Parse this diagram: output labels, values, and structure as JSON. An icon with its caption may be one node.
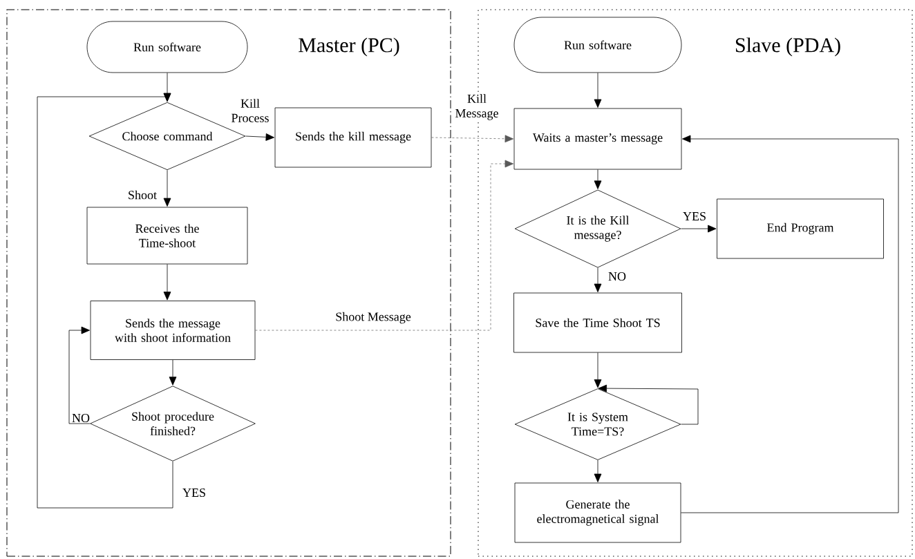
{
  "diagram": {
    "nodes": [
      {
        "text": [
          "Master (PC)"
        ]
      },
      {
        "text": [
          "Run software"
        ],
        "in": 0
      },
      {
        "text": [
          "Choose command"
        ],
        "in": 0
      },
      {
        "text": [
          "Sends the kill message"
        ],
        "in": 0
      },
      {
        "text": [
          "Receives the Time-shoot"
        ],
        "in": 0
      },
      {
        "text": [
          "Sends the message with shoot information"
        ],
        "in": 0
      },
      {
        "text": [
          "Shoot procedure finished?"
        ],
        "in": 0
      },
      {
        "text": [
          "Slave (PDA)"
        ]
      },
      {
        "text": [
          "Run software"
        ],
        "in": 7
      },
      {
        "text": [
          "Waits a master’s message"
        ],
        "in": 7
      },
      {
        "text": [
          "It is the Kill message?"
        ],
        "in": 7
      },
      {
        "text": [
          "End Program"
        ],
        "in": 7
      },
      {
        "text": [
          "Save the Time Shoot TS"
        ],
        "in": 7
      },
      {
        "text": [
          "It is System Time=TS?"
        ],
        "in": 7
      },
      {
        "text": [
          "Generate the electromagnetical signal"
        ],
        "in": 7
      }
    ],
    "edges": [
      {
        "from": 1,
        "to": 2,
        "arrow": "to"
      },
      {
        "from": 2,
        "to": 3,
        "arrow": "to",
        "label": "Kill Process"
      },
      {
        "from": 2,
        "to": 4,
        "arrow": "to",
        "label": "Shoot"
      },
      {
        "from": 4,
        "to": 5,
        "arrow": "to"
      },
      {
        "from": 5,
        "to": 6,
        "arrow": "to"
      },
      {
        "from": 6,
        "to": 5,
        "arrow": "to",
        "label": "NO"
      },
      {
        "from": 6,
        "to": 2,
        "arrow": "to",
        "label": "YES"
      },
      {
        "from": 3,
        "to": 9,
        "arrow": "to",
        "style": "dashed",
        "label": "Kill Message"
      },
      {
        "from": 5,
        "to": 9,
        "arrow": "to",
        "style": "dashed",
        "label": "Shoot Message"
      },
      {
        "from": 8,
        "to": 9,
        "arrow": "to"
      },
      {
        "from": 9,
        "to": 10,
        "arrow": "to"
      },
      {
        "from": 10,
        "to": 11,
        "arrow": "to",
        "label": "YES"
      },
      {
        "from": 10,
        "to": 12,
        "arrow": "to",
        "label": "NO"
      },
      {
        "from": 12,
        "to": 13,
        "arrow": "to"
      },
      {
        "from": 13,
        "to": 13,
        "arrow": "to"
      },
      {
        "from": 13,
        "to": 14,
        "arrow": "to"
      },
      {
        "from": 14,
        "to": 9,
        "arrow": "to"
      }
    ]
  }
}
